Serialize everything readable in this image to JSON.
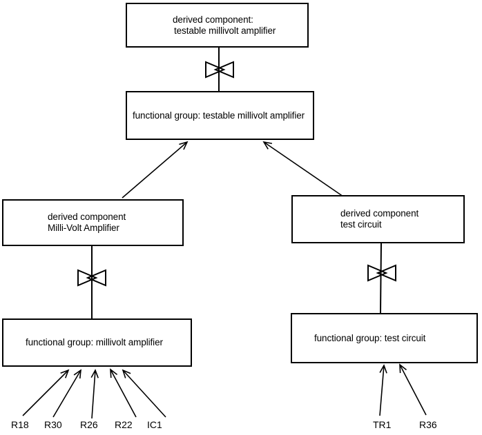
{
  "canvas": {
    "background": "#ffffff",
    "line_color": "#000000"
  },
  "nodes": {
    "top_derived": {
      "line1": "derived component:",
      "line2": "testable millivolt amplifier"
    },
    "top_functional": {
      "label": "functional group: testable millivolt amplifier"
    },
    "left_derived": {
      "line1": "derived component",
      "line2": "Milli-Volt Amplifier"
    },
    "left_functional": {
      "label": "functional group: millivolt amplifier"
    },
    "right_derived": {
      "line1": "derived component",
      "line2": "test circuit"
    },
    "right_functional": {
      "label": "functional group: test circuit"
    }
  },
  "leaf_components": {
    "left": [
      "R18",
      "R30",
      "R26",
      "R22",
      "IC1"
    ],
    "right": [
      "TR1",
      "R36"
    ]
  },
  "symbols": {
    "mapping_symbol": "bowtie-icon",
    "arrowhead": "open-v-arrow"
  }
}
